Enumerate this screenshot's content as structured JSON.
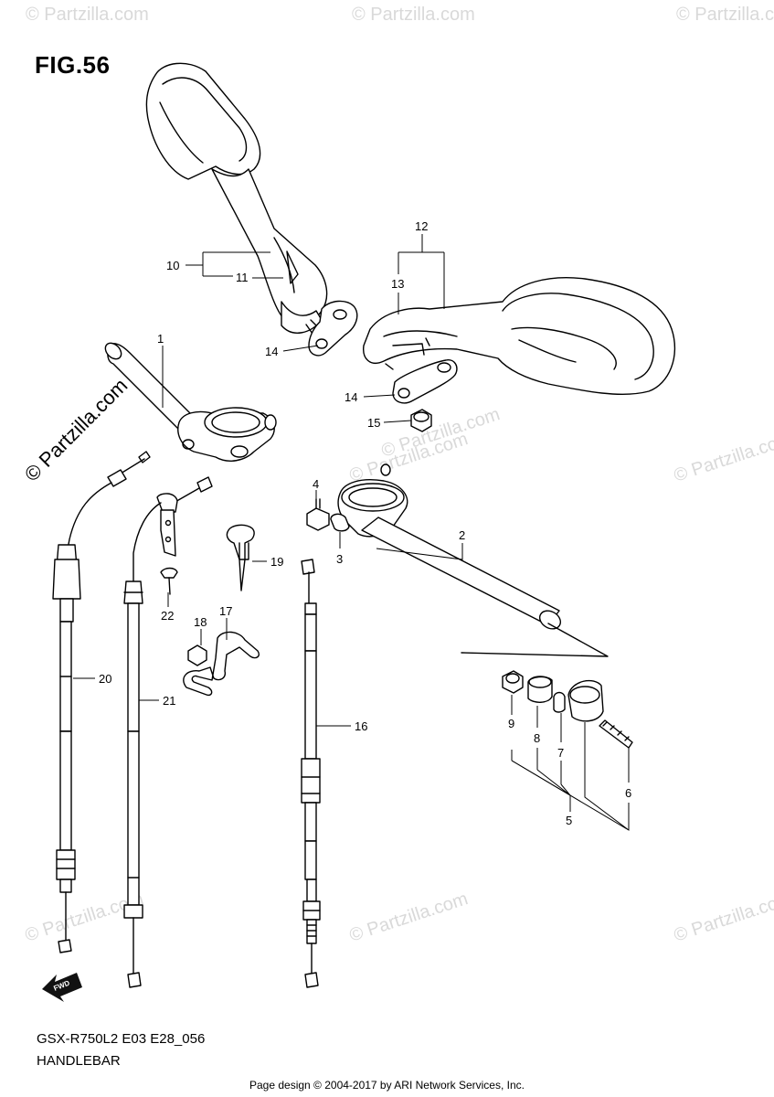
{
  "figure": {
    "title": "FIG.56",
    "model_code": "GSX-R750L2 E03 E28_056",
    "section_name": "HANDLEBAR",
    "credit": "Page design © 2004-2017 by ARI Network Services, Inc."
  },
  "watermark": {
    "text": "© Partzilla.com",
    "prominent_text": "© Partzilla.com"
  },
  "callouts": {
    "c1": "1",
    "c2": "2",
    "c3": "3",
    "c4": "4",
    "c5": "5",
    "c6": "6",
    "c7": "7",
    "c8": "8",
    "c9": "9",
    "c10": "10",
    "c11": "11",
    "c12": "12",
    "c13": "13",
    "c14a": "14",
    "c14b": "14",
    "c15": "15",
    "c16": "16",
    "c17": "17",
    "c18": "18",
    "c19": "19",
    "c20": "20",
    "c21": "21",
    "c22": "22"
  },
  "icons": {
    "fwd_arrow": "fwd-arrow-icon",
    "fwd_label": "FWD"
  }
}
